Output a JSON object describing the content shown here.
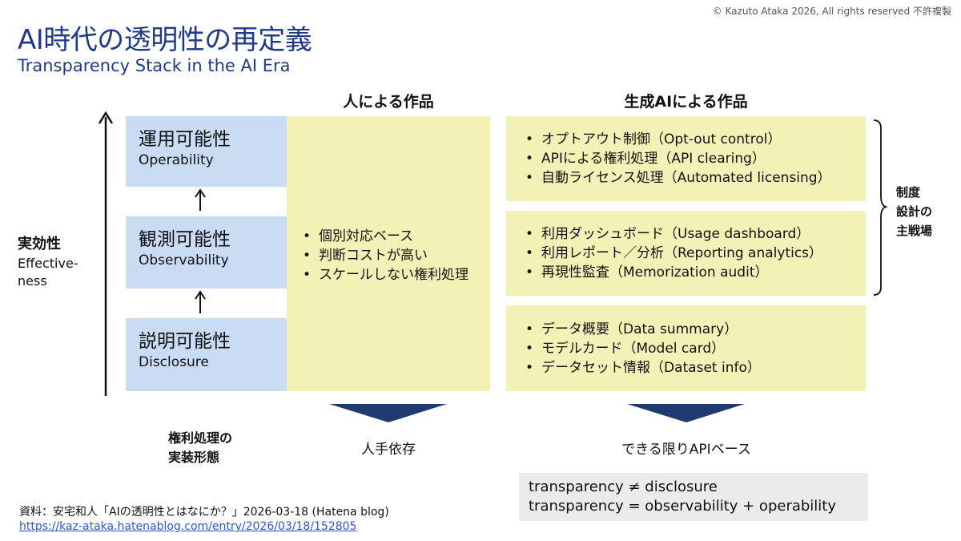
{
  "copyright": "© Kazuto Ataka 2026, All rights reserved 不許複製",
  "title": "AI時代の透明性の再定義",
  "subtitle": "Transparency Stack in the AI Era",
  "axis": {
    "label_ja": "実効性",
    "label_en": "Effective-\nness"
  },
  "columns": {
    "human": "人による作品",
    "ai": "生成AIによる作品"
  },
  "layers": [
    {
      "ja": "運用可能性",
      "en": "Operability"
    },
    {
      "ja": "観測可能性",
      "en": "Observability"
    },
    {
      "ja": "説明可能性",
      "en": "Disclosure"
    }
  ],
  "human_items": [
    "個別対応ベース",
    "判断コストが高い",
    "スケールしない権利処理"
  ],
  "ai_groups": [
    [
      "オプトアウト制御（Opt-out control）",
      "APIによる権利処理（API clearing）",
      "自動ライセンス処理（Automated licensing）"
    ],
    [
      "利用ダッシュボード（Usage dashboard）",
      "利用レポート／分析（Reporting analytics）",
      "再現性監査（Memorization audit）"
    ],
    [
      "データ概要（Data summary）",
      "モデルカード（Model card）",
      "データセット情報（Dataset info）"
    ]
  ],
  "bracket_label": "制度\n設計の\n主戦場",
  "implementation": {
    "label": "権利処理の\n実装形態",
    "human": "人手依存",
    "ai": "できる限りAPIベース"
  },
  "formula": [
    "transparency ≠ disclosure",
    "transparency = observability + operability"
  ],
  "source": {
    "text": "資料：安宅和人「AIの透明性とはなにか？」2026-03-18 (Hatena blog)",
    "url": "https://kaz-ataka.hatenablog.com/entry/2026/03/18/152805"
  },
  "colors": {
    "title": "#1f3a8a",
    "layer_fill": "#c9dcf4",
    "item_fill": "#f4f1b7",
    "chevron": "#1f3a6e",
    "formula_fill": "#ebebeb"
  }
}
